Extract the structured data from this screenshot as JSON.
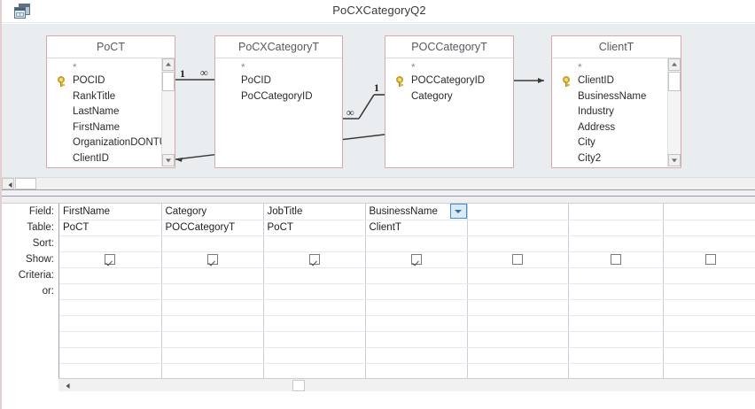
{
  "window": {
    "title": "PoCXCategoryQ2",
    "icon": "query-design-icon"
  },
  "diagram": {
    "tables": [
      {
        "name": "PoCT",
        "star": "*",
        "fields": [
          {
            "label": "POCID",
            "key": true
          },
          {
            "label": "RankTitle",
            "key": false
          },
          {
            "label": "LastName",
            "key": false
          },
          {
            "label": "FirstName",
            "key": false
          },
          {
            "label": "OrganizationDONTU",
            "key": false
          },
          {
            "label": "ClientID",
            "key": false
          }
        ],
        "has_scrollbar": true
      },
      {
        "name": "PoCXCategoryT",
        "star": "*",
        "fields": [
          {
            "label": "PoCID",
            "key": false
          },
          {
            "label": "PoCCategoryID",
            "key": false
          }
        ],
        "has_scrollbar": false
      },
      {
        "name": "POCCategoryT",
        "star": "*",
        "fields": [
          {
            "label": "POCCategoryID",
            "key": true
          },
          {
            "label": "Category",
            "key": false
          }
        ],
        "has_scrollbar": false
      },
      {
        "name": "ClientT",
        "star": "*",
        "fields": [
          {
            "label": "ClientID",
            "key": true
          },
          {
            "label": "BusinessName",
            "key": false
          },
          {
            "label": "Industry",
            "key": false
          },
          {
            "label": "Address",
            "key": false
          },
          {
            "label": "City",
            "key": false
          },
          {
            "label": "City2",
            "key": false
          }
        ],
        "has_scrollbar": true
      }
    ],
    "joins": [
      {
        "from": "PoCT",
        "to": "PoCXCategoryT",
        "left_cardinality": "1",
        "right_cardinality": "∞"
      },
      {
        "from": "PoCXCategoryT",
        "to": "POCCategoryT",
        "left_cardinality": "∞",
        "right_cardinality": "1"
      },
      {
        "from": "PoCT",
        "to": "ClientT",
        "left_cardinality": "",
        "right_cardinality": ""
      }
    ]
  },
  "grid": {
    "row_labels": [
      "Field:",
      "Table:",
      "Sort:",
      "Show:",
      "Criteria:",
      "or:"
    ],
    "columns": [
      {
        "field": "FirstName",
        "table": "PoCT",
        "sort": "",
        "show": true,
        "criteria": "",
        "or": "",
        "selected": false
      },
      {
        "field": "Category",
        "table": "POCCategoryT",
        "sort": "",
        "show": true,
        "criteria": "",
        "or": "",
        "selected": false
      },
      {
        "field": "JobTitle",
        "table": "PoCT",
        "sort": "",
        "show": true,
        "criteria": "",
        "or": "",
        "selected": false
      },
      {
        "field": "BusinessName",
        "table": "ClientT",
        "sort": "",
        "show": true,
        "criteria": "",
        "or": "",
        "selected": true
      },
      {
        "field": "",
        "table": "",
        "sort": "",
        "show": false,
        "criteria": "",
        "or": "",
        "selected": false
      },
      {
        "field": "",
        "table": "",
        "sort": "",
        "show": false,
        "criteria": "",
        "or": "",
        "selected": false
      },
      {
        "field": "",
        "table": "",
        "sort": "",
        "show": false,
        "criteria": "",
        "or": "",
        "selected": false
      }
    ],
    "empty_rows": 8
  },
  "colors": {
    "pane_background": "#eaedf0",
    "table_border": "#d5a8aa",
    "grid_line": "#c6cfdb",
    "selection_accent": "#3f8fd2",
    "key_gold": "#d8b842"
  }
}
